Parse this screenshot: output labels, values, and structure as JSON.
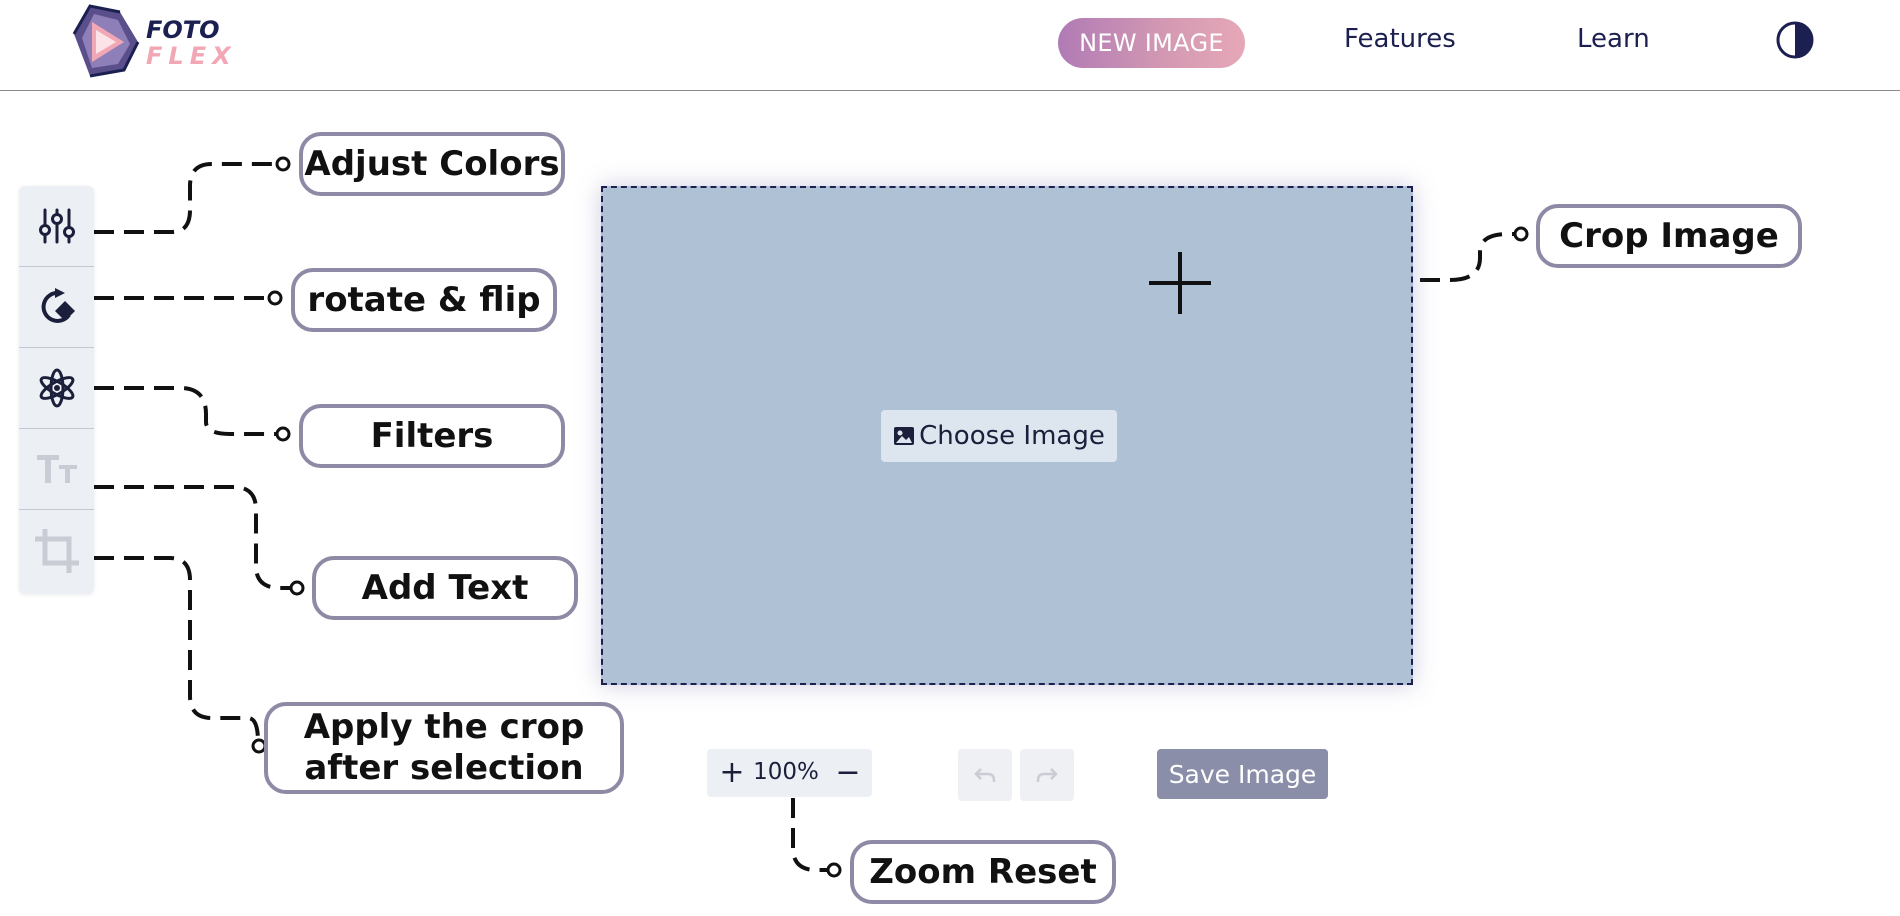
{
  "header": {
    "logo": {
      "line1": "FOTO",
      "line2": "FLEX",
      "icon": "fotoflex-logo-icon"
    },
    "new_image_label": "NEW IMAGE",
    "nav": [
      "Features",
      "Learn"
    ],
    "theme_icon": "contrast-icon"
  },
  "toolbar": {
    "tools": [
      {
        "name": "adjust-colors",
        "icon": "sliders-icon",
        "enabled": true
      },
      {
        "name": "rotate-flip",
        "icon": "rotate-icon",
        "enabled": true
      },
      {
        "name": "filters",
        "icon": "flower-icon",
        "enabled": true
      },
      {
        "name": "add-text",
        "icon": "text-size-icon",
        "enabled": false
      },
      {
        "name": "crop",
        "icon": "crop-icon",
        "enabled": false
      }
    ]
  },
  "callouts": {
    "adjust_colors": "Adjust Colors",
    "rotate_flip": "rotate & flip",
    "filters": "Filters",
    "add_text": "Add Text",
    "apply_crop_line1": "Apply the crop",
    "apply_crop_line2": "after selection",
    "crop_image": "Crop Image",
    "zoom_reset": "Zoom Reset"
  },
  "canvas": {
    "choose_image_label": "Choose Image",
    "choose_image_icon": "image-icon",
    "crop_icon": "crosshair-plus-icon"
  },
  "controls": {
    "zoom_in_label": "+",
    "zoom_level": "100%",
    "zoom_out_label": "−",
    "undo_icon": "undo-icon",
    "redo_icon": "redo-icon",
    "save_label": "Save Image"
  },
  "colors": {
    "brand_dark": "#1c2050",
    "brand_pink": "#f2a8b4",
    "canvas_bg": "#afc2d5",
    "callout_border": "#8e8aa6",
    "save_btn": "#8a8ea8"
  }
}
